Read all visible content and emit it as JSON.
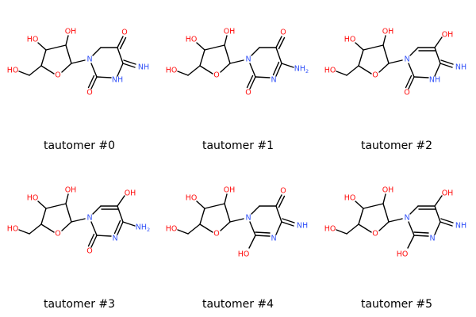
{
  "colors": {
    "bond": "#000000",
    "O": "#ff0d0d",
    "N": "#3050f8",
    "text": "#000000",
    "background": "#ffffff"
  },
  "tautomers": [
    {
      "label": "tautomer #0",
      "ring_state": [
        0,
        0,
        0,
        0
      ]
    },
    {
      "label": "tautomer #1",
      "ring_state": [
        0,
        0,
        1,
        0
      ]
    },
    {
      "label": "tautomer #2",
      "ring_state": [
        1,
        1,
        0,
        0
      ]
    },
    {
      "label": "tautomer #3",
      "ring_state": [
        1,
        1,
        1,
        0
      ]
    },
    {
      "label": "tautomer #4",
      "ring_state": [
        0,
        0,
        0,
        1
      ]
    },
    {
      "label": "tautomer #5",
      "ring_state": [
        1,
        1,
        0,
        1
      ]
    }
  ],
  "atom_labels": {
    "OH": "OH",
    "HO": "HO",
    "O": "O",
    "N": "N",
    "NH": "NH",
    "NH2": "NH",
    "NH2_sub": "2",
    "NH_imine": "NH"
  }
}
